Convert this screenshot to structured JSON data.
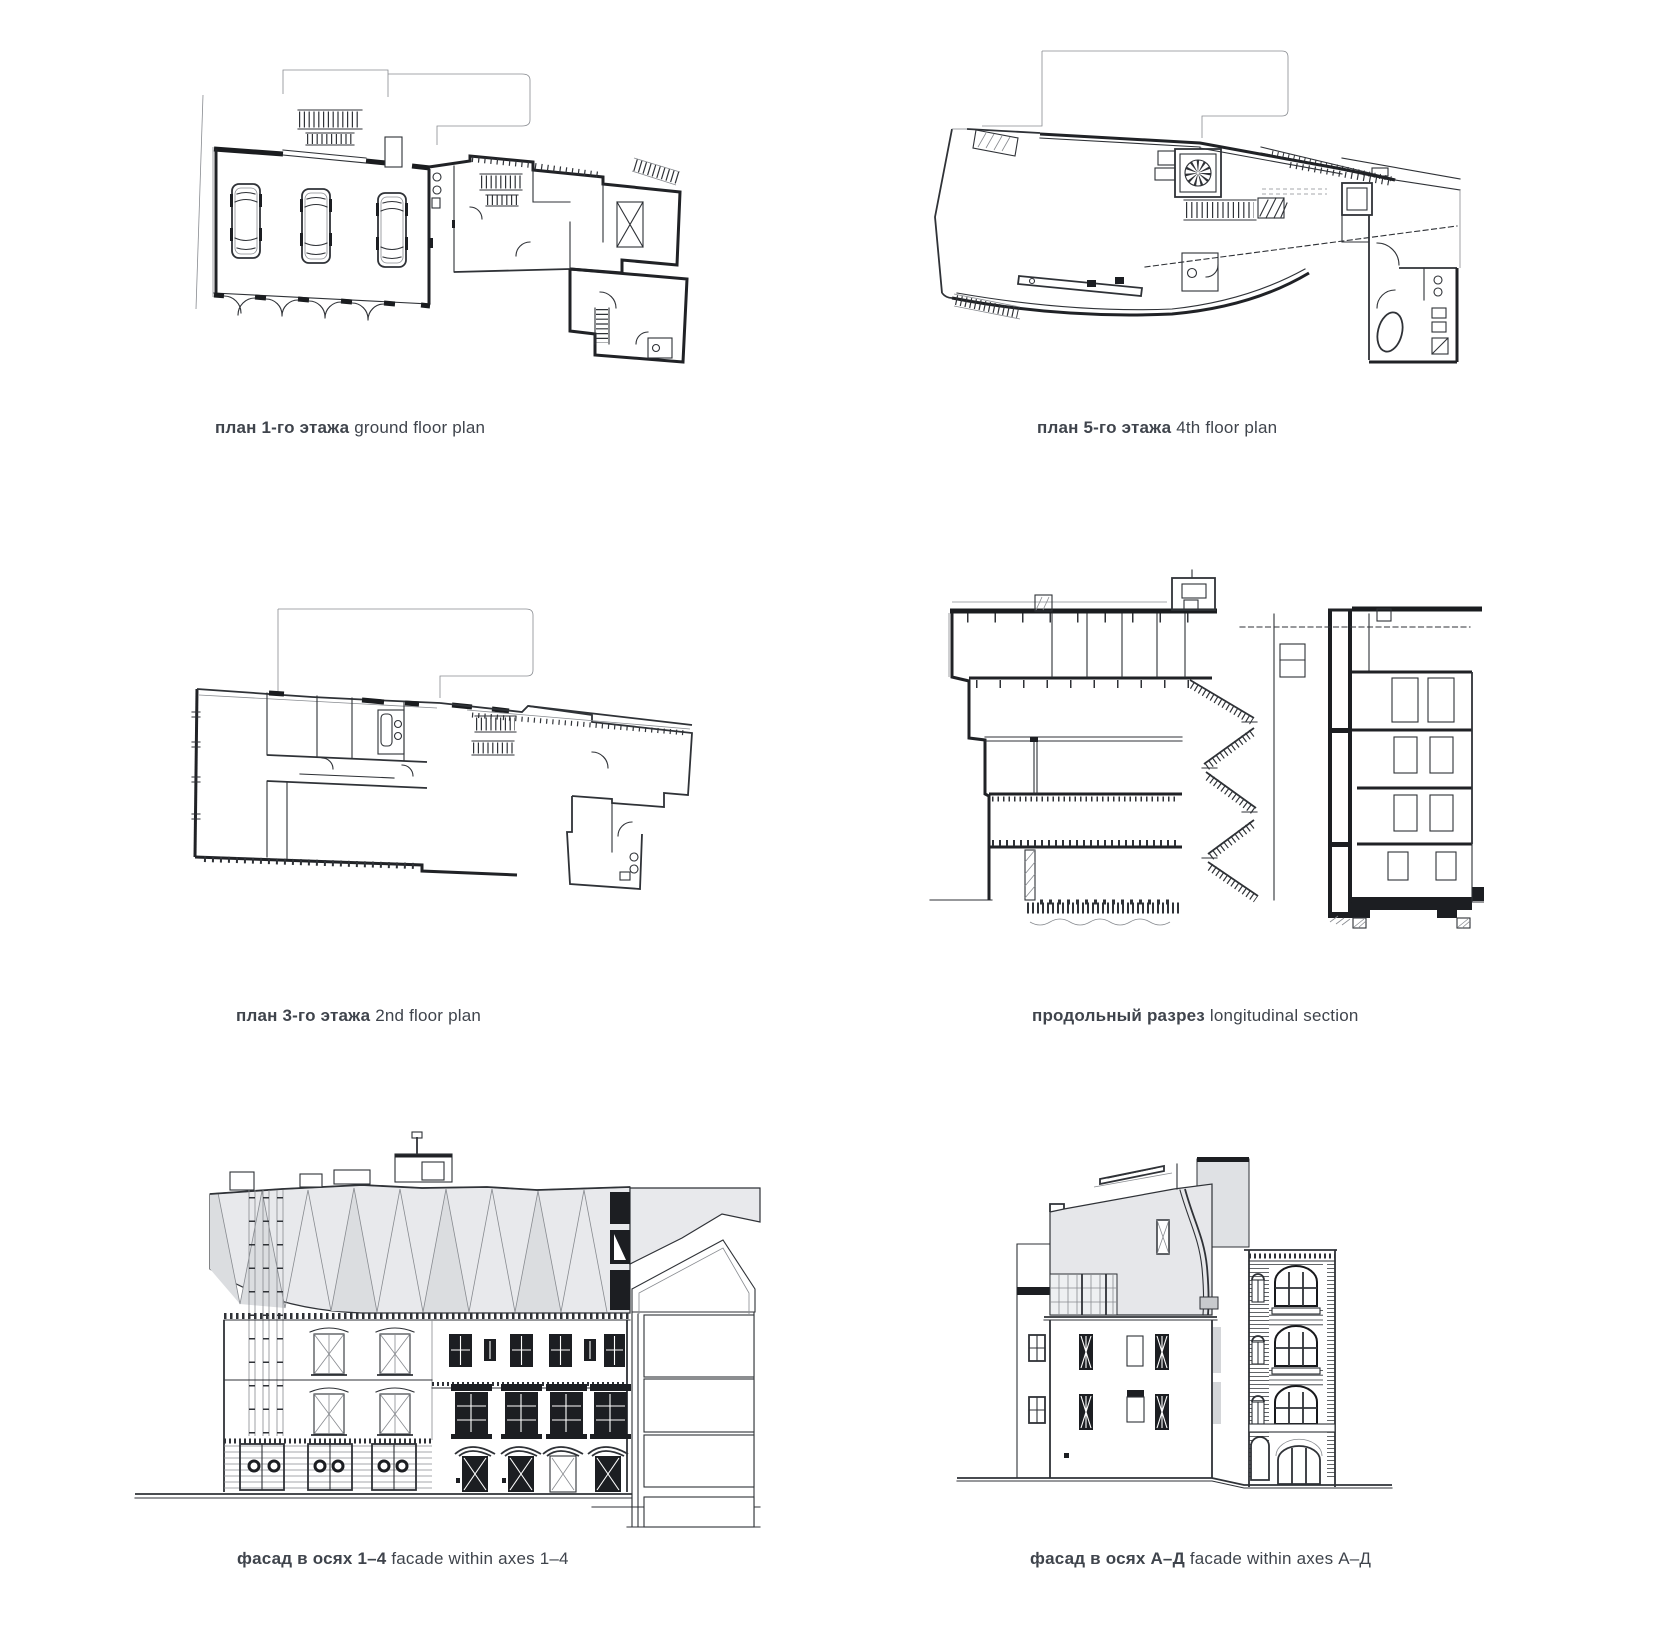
{
  "page": {
    "background": "#ffffff"
  },
  "colors": {
    "line": "#2f3237",
    "heavy_line": "#1c1e22",
    "thin_line": "#888b90",
    "caption_text": "#3f444c",
    "roof_gray": "#e8e9ec",
    "facet_gray": "#dbdde0",
    "glass_gray": "#eef0f2"
  },
  "figures": [
    {
      "id": "ground-floor-plan",
      "caption_ru": "план 1-го этажа",
      "caption_en": "ground floor plan"
    },
    {
      "id": "fourth-floor-plan",
      "caption_ru": "план 5-го этажа",
      "caption_en": "4th floor plan"
    },
    {
      "id": "second-floor-plan",
      "caption_ru": "план 3-го этажа",
      "caption_en": "2nd floor plan"
    },
    {
      "id": "longitudinal-section",
      "caption_ru": "продольный разрез",
      "caption_en": "longitudinal section"
    },
    {
      "id": "facade-axes-1-4",
      "caption_ru": "фасад в осях 1–4",
      "caption_en": "facade within axes 1–4"
    },
    {
      "id": "facade-axes-a-d",
      "caption_ru": "фасад в осях А–Д",
      "caption_en": "facade within axes А–Д"
    }
  ]
}
